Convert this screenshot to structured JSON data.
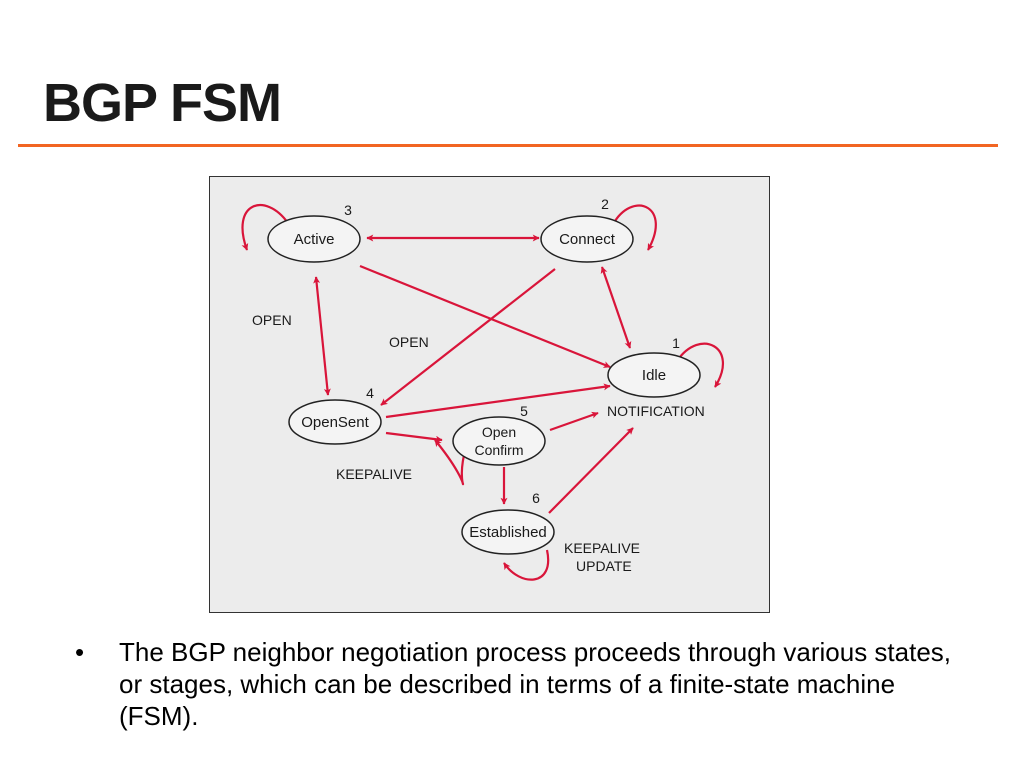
{
  "slide": {
    "title": "BGP FSM",
    "accent_color": "#f26522"
  },
  "diagram": {
    "arrow_color": "#d9153a",
    "states": [
      {
        "id": "active",
        "label": "Active",
        "number": "3"
      },
      {
        "id": "connect",
        "label": "Connect",
        "number": "2"
      },
      {
        "id": "idle",
        "label": "Idle",
        "number": "1"
      },
      {
        "id": "opensent",
        "label": "OpenSent",
        "number": "4"
      },
      {
        "id": "openconfirm",
        "label_line1": "Open",
        "label_line2": "Confirm",
        "number": "5"
      },
      {
        "id": "established",
        "label": "Established",
        "number": "6"
      }
    ],
    "labels": {
      "open_left": "OPEN",
      "open_center": "OPEN",
      "notification": "NOTIFICATION",
      "keepalive_left": "KEEPALIVE",
      "keepalive_right": "KEEPALIVE",
      "update": "UPDATE"
    }
  },
  "bullets": [
    {
      "marker": "•",
      "text": "The BGP neighbor negotiation process proceeds through various states, or stages, which can be described in terms of a finite-state machine (FSM)."
    }
  ]
}
